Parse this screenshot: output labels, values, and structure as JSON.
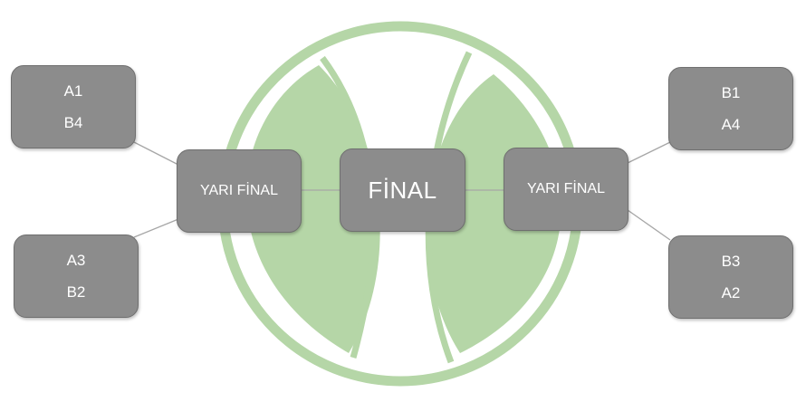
{
  "bracket": {
    "left_top": {
      "first": "A1",
      "second": "B4"
    },
    "left_bottom": {
      "first": "A3",
      "second": "B2"
    },
    "left_semi": "YARI FİNAL",
    "final": "FİNAL",
    "right_semi": "YARI FİNAL",
    "right_top": {
      "first": "B1",
      "second": "A4"
    },
    "right_bottom": {
      "first": "B3",
      "second": "A2"
    }
  },
  "colors": {
    "box_fill": "#8c8c8c",
    "box_border": "#6f6f6f",
    "logo_green": "#b5d6a7",
    "connector": "#a6a6a6"
  },
  "watermark": {
    "icon": "leaf-circle-logo-icon"
  }
}
